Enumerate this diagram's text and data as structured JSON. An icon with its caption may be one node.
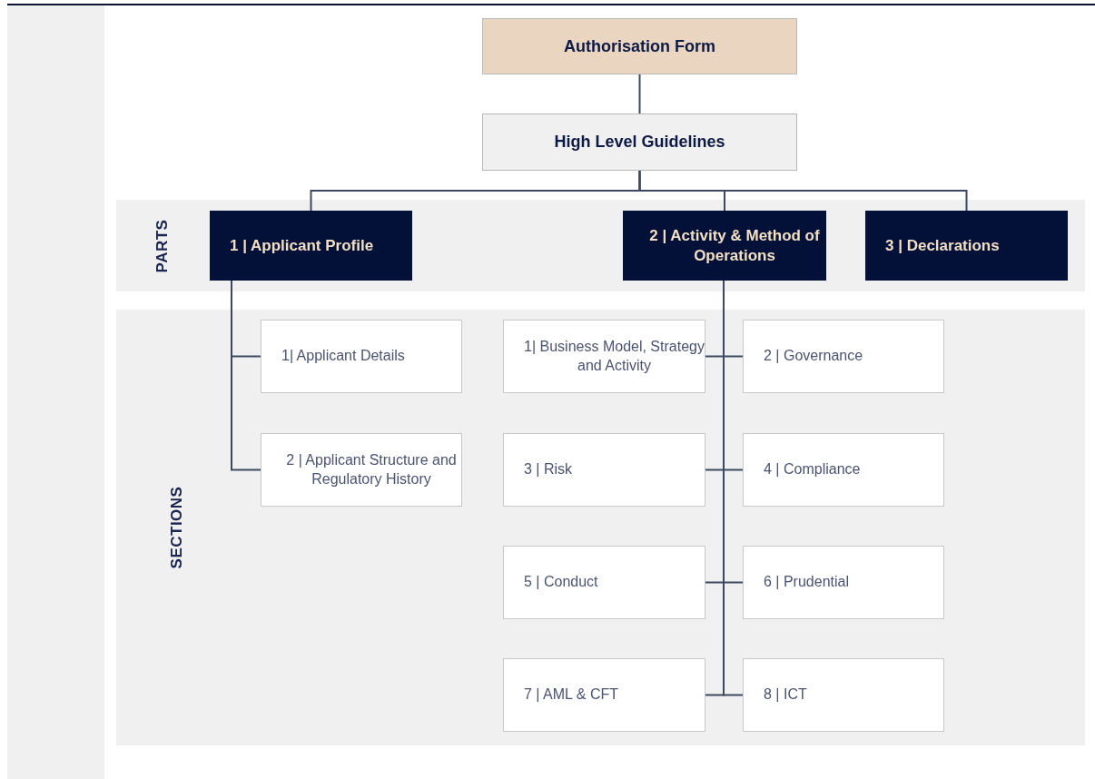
{
  "diagram": {
    "nodes": [
      {
        "text": [
          "Authorisation Form"
        ]
      },
      {
        "text": [
          "High Level Guidelines"
        ]
      },
      {
        "text": [
          "PARTS"
        ]
      },
      {
        "text": [
          "1 | Applicant Profile"
        ],
        "in": 2
      },
      {
        "text": [
          "2 | Activity & Method of Operations"
        ],
        "in": 2
      },
      {
        "text": [
          "3 | Declarations"
        ],
        "in": 2
      },
      {
        "text": [
          "SECTIONS"
        ]
      },
      {
        "text": [
          "1| Applicant Details"
        ],
        "in": 6
      },
      {
        "text": [
          "2 | Applicant Structure and Regulatory History"
        ],
        "in": 6
      },
      {
        "text": [
          "1| Business Model, Strategy and Activity"
        ],
        "in": 6
      },
      {
        "text": [
          "2 | Governance"
        ],
        "in": 6
      },
      {
        "text": [
          "3 | Risk"
        ],
        "in": 6
      },
      {
        "text": [
          "4 | Compliance"
        ],
        "in": 6
      },
      {
        "text": [
          "5 | Conduct"
        ],
        "in": 6
      },
      {
        "text": [
          "6 | Prudential"
        ],
        "in": 6
      },
      {
        "text": [
          "7 | AML & CFT"
        ],
        "in": 6
      },
      {
        "text": [
          "8 | ICT"
        ],
        "in": 6
      }
    ],
    "edges": [
      {
        "from": 0,
        "to": 1,
        "arrow": "none"
      },
      {
        "from": 1,
        "to": 3,
        "arrow": "none"
      },
      {
        "from": 1,
        "to": 4,
        "arrow": "none"
      },
      {
        "from": 1,
        "to": 5,
        "arrow": "none"
      },
      {
        "from": 3,
        "to": 7,
        "arrow": "none"
      },
      {
        "from": 3,
        "to": 8,
        "arrow": "none"
      },
      {
        "from": 4,
        "to": 9,
        "arrow": "none"
      },
      {
        "from": 4,
        "to": 10,
        "arrow": "none"
      },
      {
        "from": 4,
        "to": 11,
        "arrow": "none"
      },
      {
        "from": 4,
        "to": 12,
        "arrow": "none"
      },
      {
        "from": 4,
        "to": 13,
        "arrow": "none"
      },
      {
        "from": 4,
        "to": 14,
        "arrow": "none"
      },
      {
        "from": 4,
        "to": 15,
        "arrow": "none"
      },
      {
        "from": 4,
        "to": 16,
        "arrow": "none"
      }
    ]
  }
}
